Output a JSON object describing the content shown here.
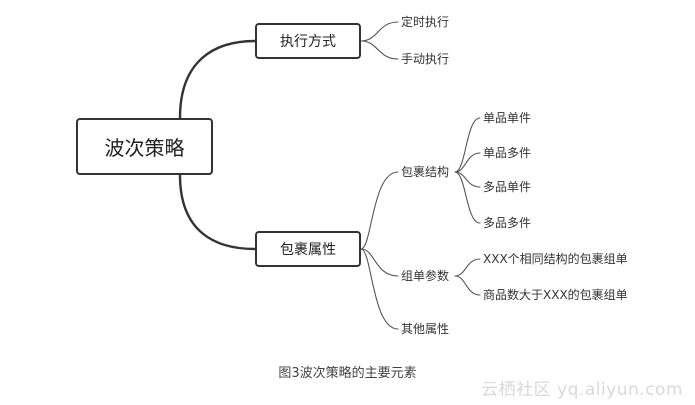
{
  "root": "波次策略",
  "branches": [
    {
      "label": "执行方式",
      "children": [
        {
          "label": "定时执行"
        },
        {
          "label": "手动执行"
        }
      ]
    },
    {
      "label": "包裹属性",
      "children": [
        {
          "label": "包裹结构",
          "children": [
            {
              "label": "单品单件"
            },
            {
              "label": "单品多件"
            },
            {
              "label": "多品单件"
            },
            {
              "label": "多品多件"
            }
          ]
        },
        {
          "label": "组单参数",
          "children": [
            {
              "label": "XXX个相同结构的包裹组单"
            },
            {
              "label": "商品数大于XXX的包裹组单"
            }
          ]
        },
        {
          "label": "其他属性"
        }
      ]
    }
  ],
  "caption": "图3波次策略的主要元素",
  "watermark": "云栖社区 yq.aliyun.com",
  "colors": {
    "line": "#333333",
    "node_border": "#333333",
    "text": "#333333",
    "watermark": "#d9d9d9"
  }
}
